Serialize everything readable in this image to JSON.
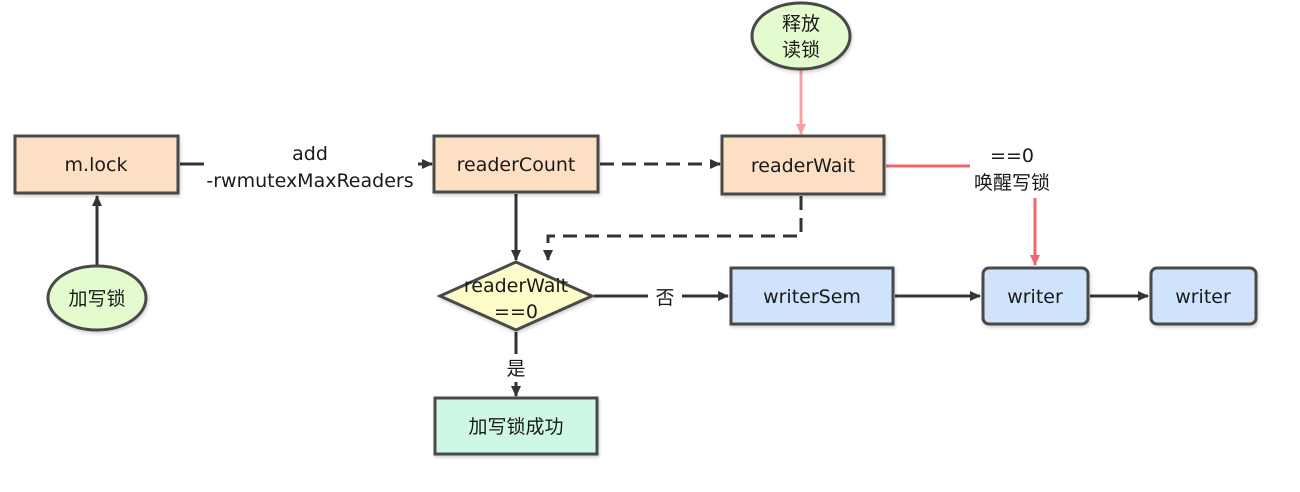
{
  "colors": {
    "orange_fill": "#fde0c4",
    "blue_fill": "#cfe3fc",
    "green_fill": "#cdf8e4",
    "yellow_fill": "#fdfcc8",
    "ellipse_fill": "#e3fbcd",
    "border": "#4a4a4a",
    "arrow": "#333333",
    "red_arrow": "#f06671",
    "pink_arrow": "#f6a0a0"
  },
  "nodes": {
    "mlock": "m.lock",
    "readerCount": "readerCount",
    "readerWait": "readerWait",
    "writerSem": "writerSem",
    "writer1": "writer",
    "writer2": "writer",
    "success": "加写锁成功",
    "decision_line1": "readerWait",
    "decision_line2": "==0",
    "acquire_line1": "加写锁",
    "release_line1": "释放",
    "release_line2": "读锁"
  },
  "edges": {
    "add_line1": "add",
    "add_line2": "-rwmutexMaxReaders",
    "no": "否",
    "yes": "是",
    "wake_line1": "==0",
    "wake_line2": "唤醒写锁"
  }
}
